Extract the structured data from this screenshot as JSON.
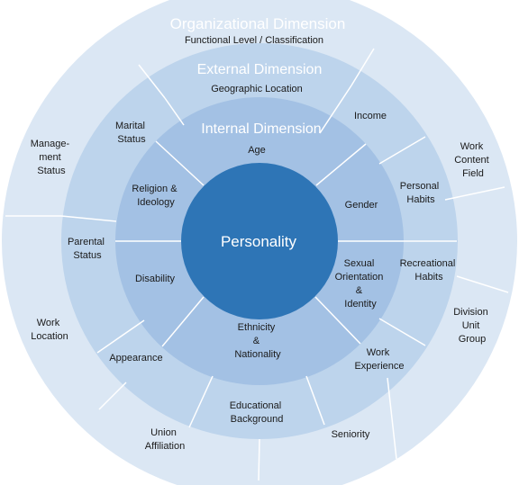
{
  "titles": {
    "organizational": "Organizational Dimension",
    "external": "External Dimension",
    "internal": "Internal Dimension",
    "center": "Personality"
  },
  "organizational": {
    "top": "Functional Level / Classification",
    "right_upper": [
      "Work",
      "Content",
      "Field"
    ],
    "right_lower": [
      "Division",
      "Unit",
      "Group"
    ],
    "bottom_right": "Seniority",
    "bottom_left": [
      "Union",
      "Affiliation"
    ],
    "left_lower": [
      "Work",
      "Location"
    ],
    "left_upper": [
      "Manage-",
      "ment",
      "Status"
    ]
  },
  "external": {
    "top": "Geographic Location",
    "income": "Income",
    "personal_habits": [
      "Personal",
      "Habits"
    ],
    "recreational_habits": [
      "Recreational",
      "Habits"
    ],
    "work_experience": [
      "Work",
      "Experience"
    ],
    "educational_background": [
      "Educational",
      "Background"
    ],
    "appearance": "Appearance",
    "parental_status": [
      "Parental",
      "Status"
    ],
    "marital_status": [
      "Marital",
      "Status"
    ]
  },
  "internal": {
    "age": "Age",
    "gender": "Gender",
    "sexual_orientation": [
      "Sexual",
      "Orientation",
      "&",
      "Identity"
    ],
    "ethnicity": [
      "Ethnicity",
      "&",
      "Nationality"
    ],
    "disability": "Disability",
    "religion": [
      "Religion &",
      "Ideology"
    ]
  },
  "colors": {
    "organizational_ring": "#dbe7f4",
    "external_ring": "#bdd4ec",
    "internal_ring": "#a3c1e4",
    "center": "#2e75b6",
    "separator": "#ffffff"
  }
}
